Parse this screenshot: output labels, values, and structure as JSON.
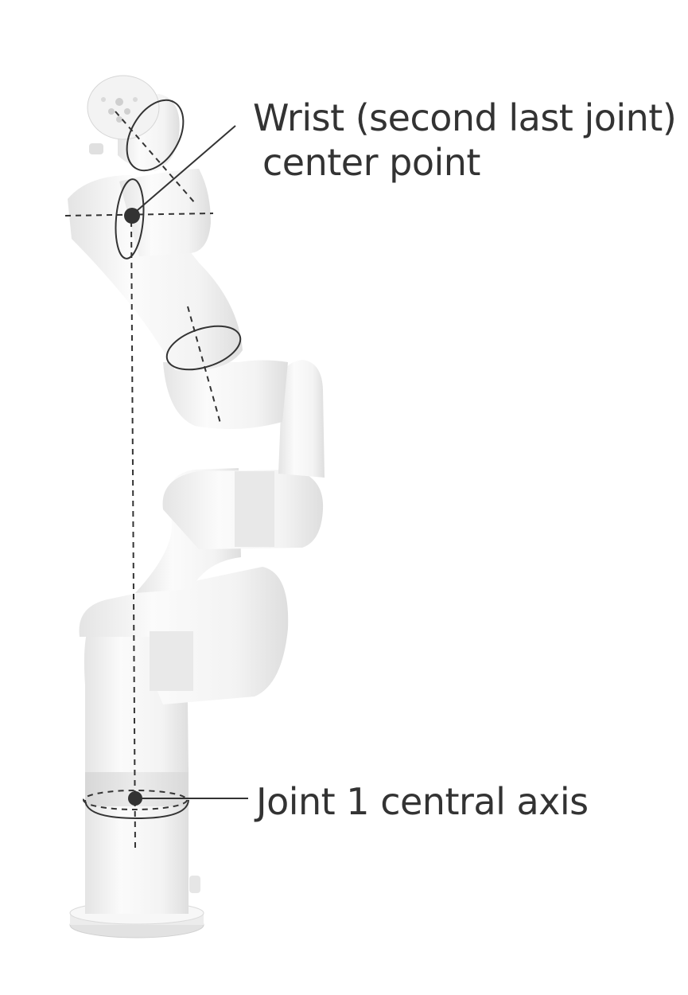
{
  "labels": {
    "wrist_line1": "Wrist (second last joint)",
    "wrist_line2": "center point",
    "joint1": "Joint 1 central axis"
  },
  "colors": {
    "text": "#333333",
    "robot_body": "#f6f6f6",
    "robot_shadow": "#dcdcdc",
    "dashed_axis": "#333333",
    "marker": "#333333"
  }
}
